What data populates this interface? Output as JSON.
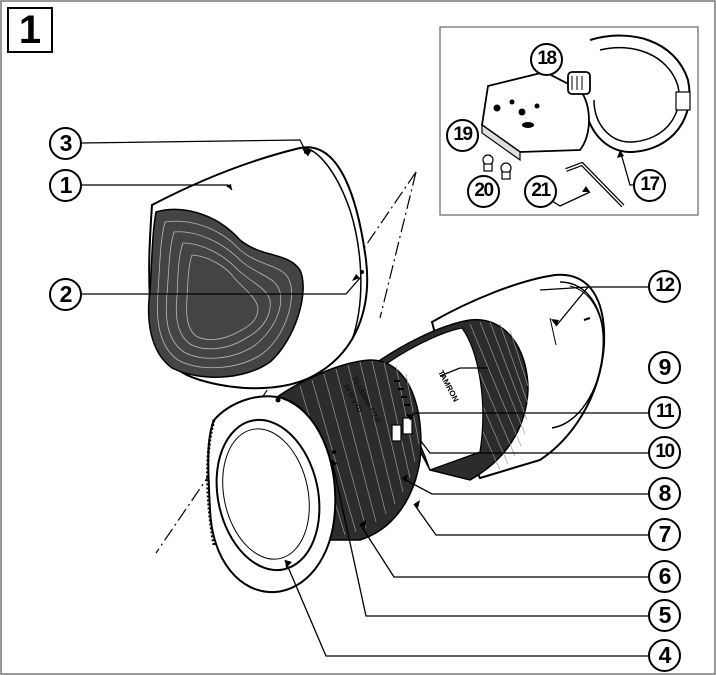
{
  "figure": {
    "label": "1"
  },
  "callouts": [
    {
      "id": "c1",
      "text": "1"
    },
    {
      "id": "c2",
      "text": "2"
    },
    {
      "id": "c3",
      "text": "3"
    },
    {
      "id": "c4",
      "text": "4"
    },
    {
      "id": "c5",
      "text": "5"
    },
    {
      "id": "c6",
      "text": "6"
    },
    {
      "id": "c7",
      "text": "7"
    },
    {
      "id": "c8",
      "text": "8"
    },
    {
      "id": "c9",
      "text": "9"
    },
    {
      "id": "c10",
      "text": "10"
    },
    {
      "id": "c11",
      "text": "11"
    },
    {
      "id": "c12",
      "text": "12"
    },
    {
      "id": "c17",
      "text": "17"
    },
    {
      "id": "c18",
      "text": "18"
    },
    {
      "id": "c19",
      "text": "19"
    },
    {
      "id": "c20",
      "text": "20"
    },
    {
      "id": "c21",
      "text": "21"
    }
  ],
  "lens_markings": {
    "brand": "TAMRON",
    "model": "70-180mm F/2.8",
    "code": "Di III VXD"
  }
}
